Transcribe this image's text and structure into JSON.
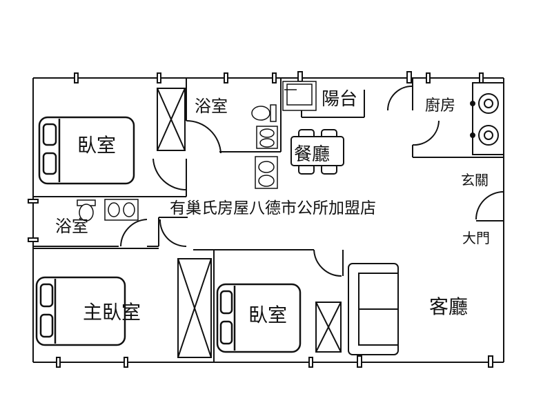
{
  "rooms": {
    "bedroom_top": "臥室",
    "bath_top": "浴室",
    "balcony": "陽台",
    "kitchen": "廚房",
    "dining": "餐廳",
    "foyer": "玄關",
    "bath_left": "浴室",
    "main_door": "大門",
    "master_bedroom": "主臥室",
    "bedroom_bottom": "臥室",
    "living": "客廳"
  },
  "watermark": "有巢氏房屋八德市公所加盟店"
}
